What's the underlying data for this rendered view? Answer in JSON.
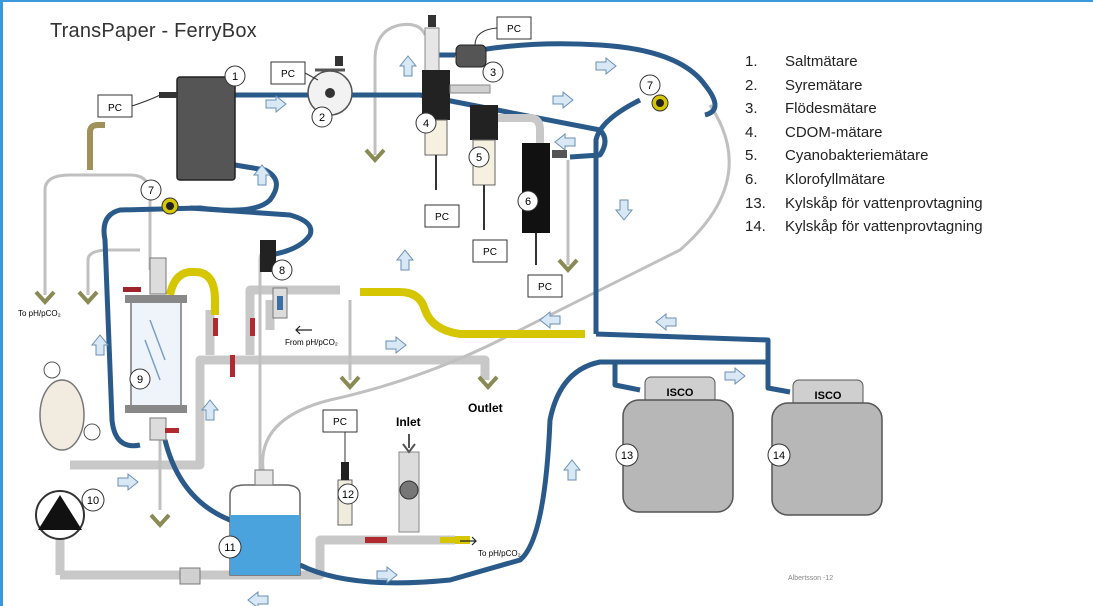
{
  "title": "TransPaper - FerryBox",
  "legend": [
    {
      "num": "1.",
      "label": "Saltmätare"
    },
    {
      "num": "2.",
      "label": "Syremätare"
    },
    {
      "num": "3.",
      "label": "Flödesmätare"
    },
    {
      "num": "4.",
      "label": "CDOM-mätare"
    },
    {
      "num": "5.",
      "label": "Cyanobakteriemätare"
    },
    {
      "num": "6.",
      "label": "Klorofyllmätare"
    },
    {
      "num": "13.",
      "label": "Kylskåp för vattenprovtagning"
    },
    {
      "num": "14.",
      "label": "Kylskåp för vattenprovtagning"
    }
  ],
  "labels": {
    "pc": "PC",
    "isco": "ISCO",
    "inlet": "Inlet",
    "outlet": "Outlet",
    "to_ph": "To pH/pCO₂",
    "from_ph": "From pH/pCO₂",
    "signature": "Albertsson -12"
  },
  "numbers": [
    "1",
    "2",
    "3",
    "4",
    "5",
    "6",
    "7",
    "7",
    "8",
    "9",
    "10",
    "11",
    "12",
    "13",
    "14"
  ],
  "colors": {
    "blue_pipe": "#2a5a8a",
    "gray_pipe": "#c8c8c8",
    "yellow_pipe": "#d6c600",
    "frame": "#3a9ad9",
    "arrow": "#d9e8f5"
  }
}
